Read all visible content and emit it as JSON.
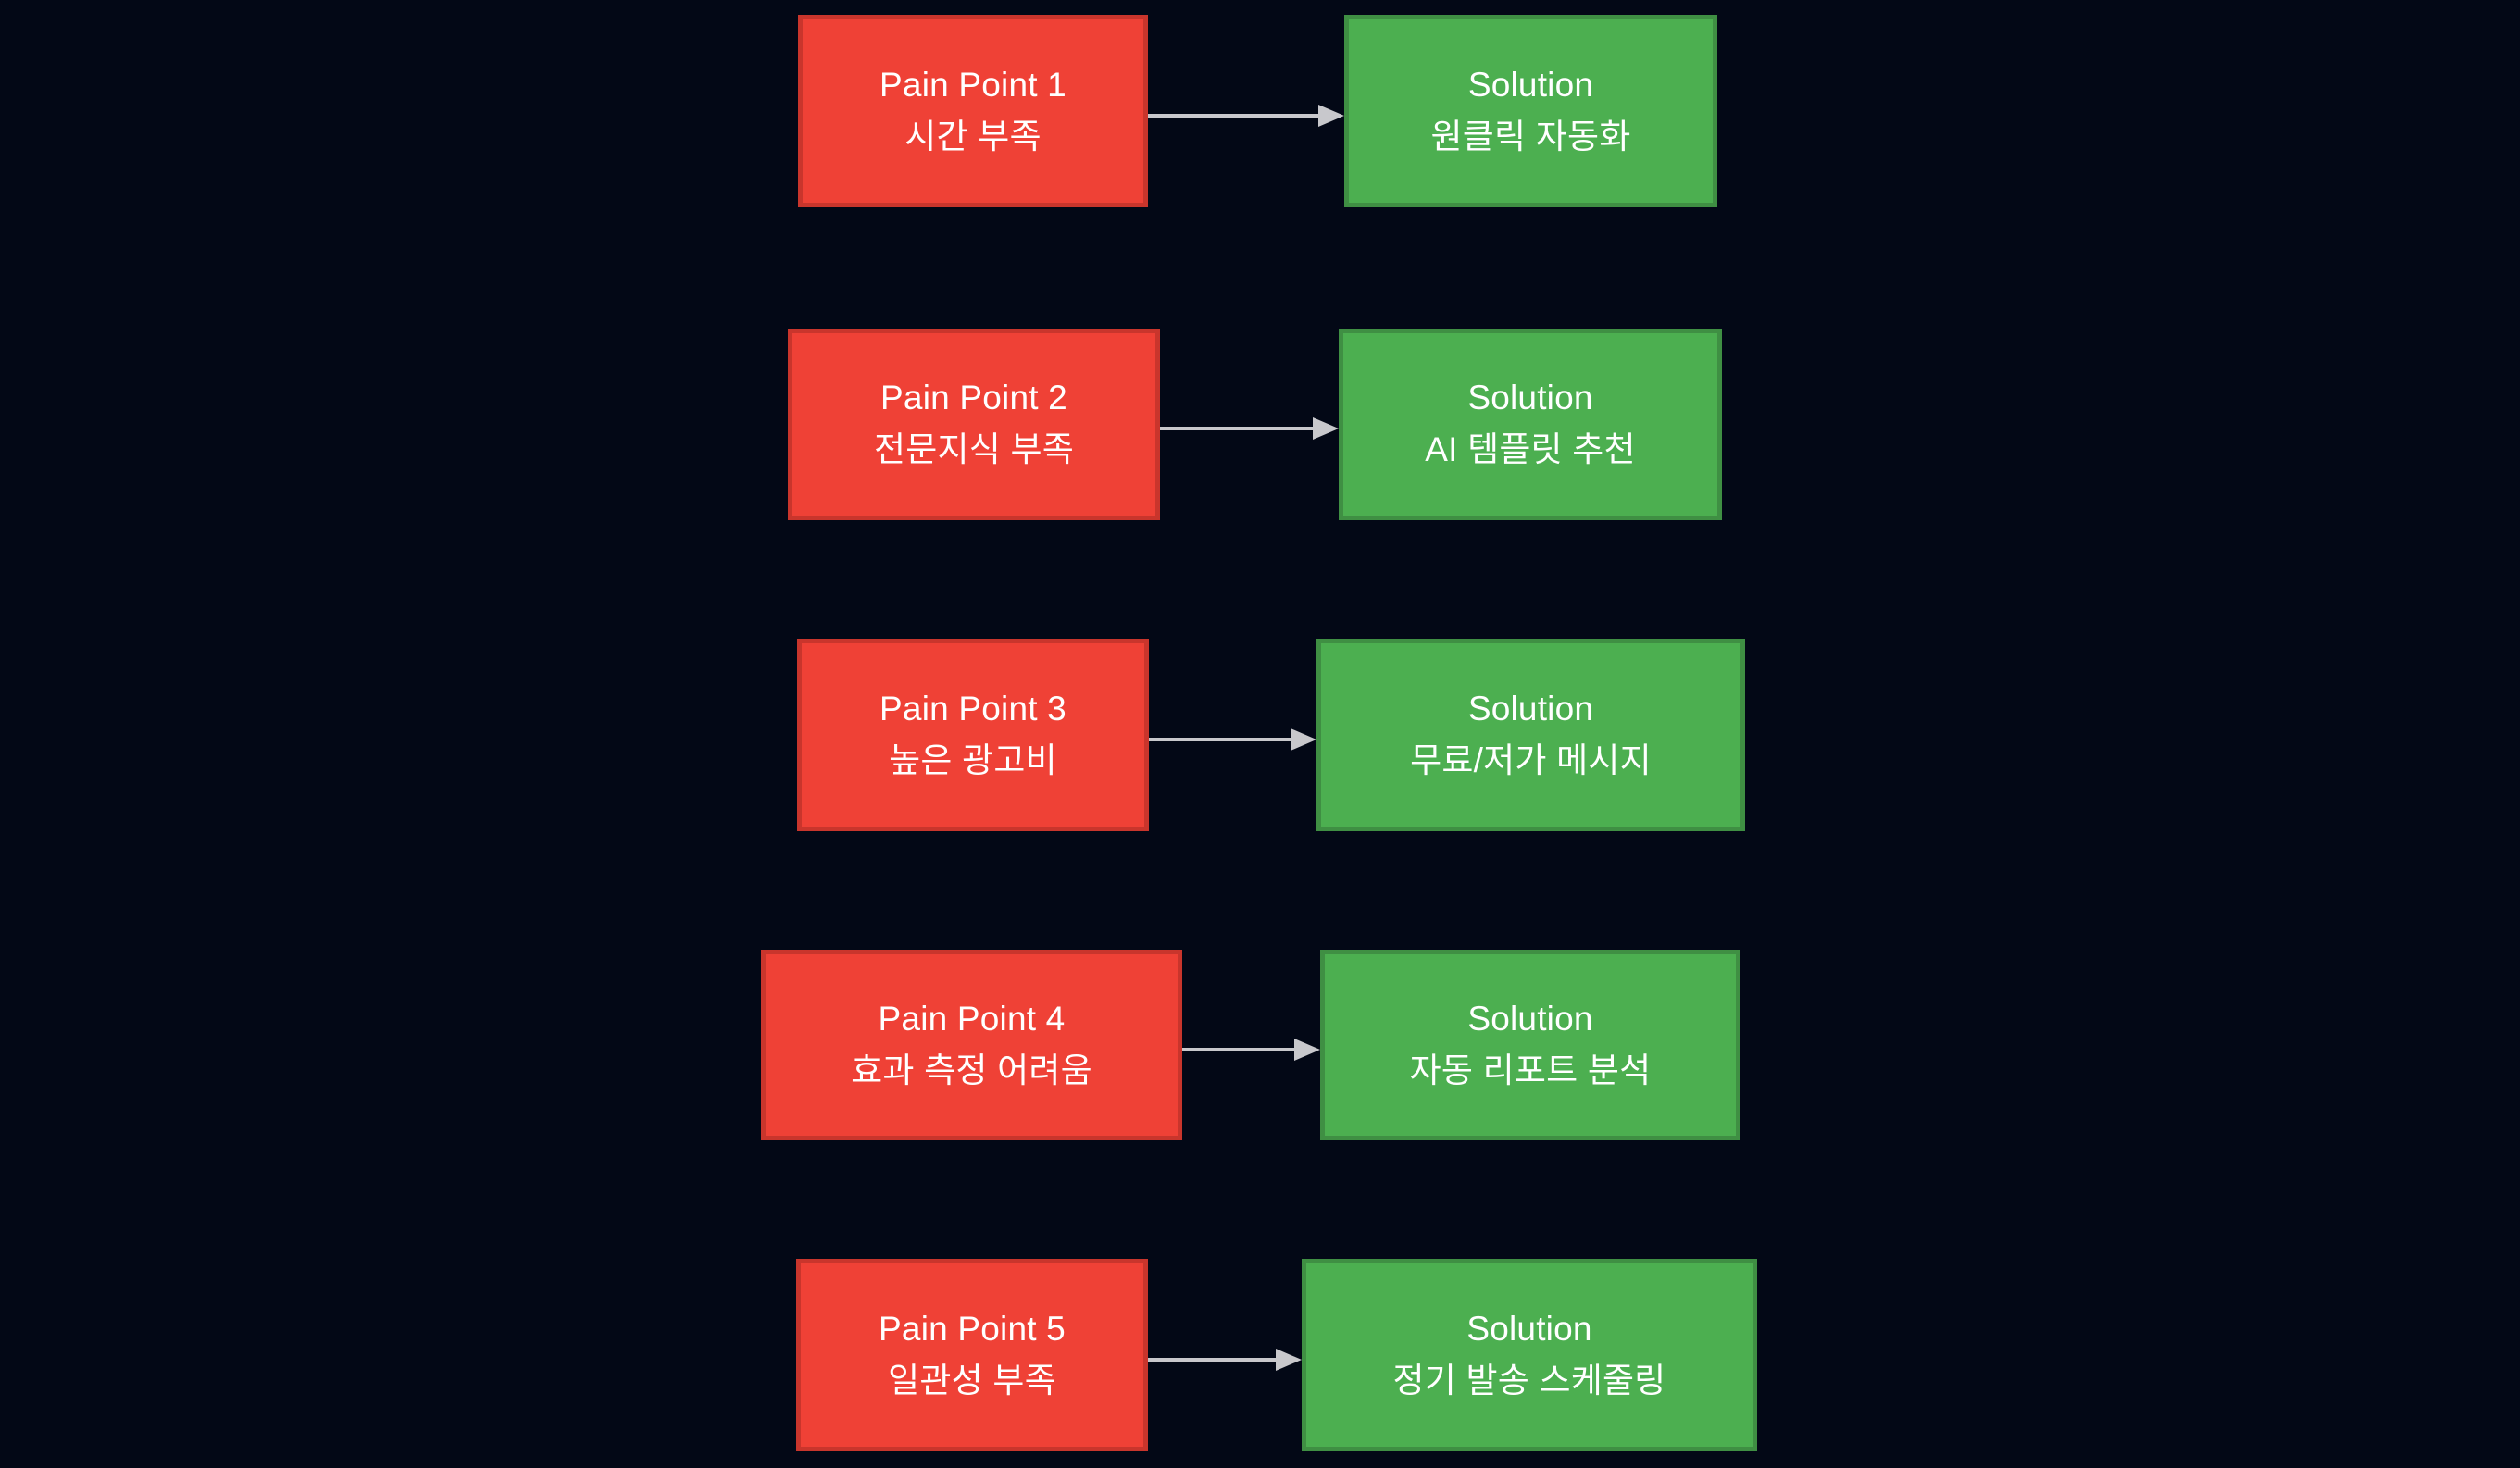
{
  "diagram": {
    "type": "flowchart",
    "orientation": "left-to-right",
    "background_color": "#030816",
    "pain_color": "#ef4136",
    "pain_border_color": "#c9352c",
    "solution_color": "#4caf50",
    "solution_border_color": "#3f8f43",
    "arrow_color": "#c8c8cc",
    "text_color": "#ffffff",
    "rows": [
      {
        "pain": {
          "title": "Pain Point 1",
          "detail": "시간 부족"
        },
        "solution": {
          "title": "Solution",
          "detail": "원클릭 자동화"
        },
        "arrow_label": ""
      },
      {
        "pain": {
          "title": "Pain Point 2",
          "detail": "전문지식 부족"
        },
        "solution": {
          "title": "Solution",
          "detail": "AI 템플릿 추천"
        },
        "arrow_label": ""
      },
      {
        "pain": {
          "title": "Pain Point 3",
          "detail": "높은 광고비"
        },
        "solution": {
          "title": "Solution",
          "detail": "무료/저가 메시지"
        },
        "arrow_label": ""
      },
      {
        "pain": {
          "title": "Pain Point 4",
          "detail": "효과 측정 어려움"
        },
        "solution": {
          "title": "Solution",
          "detail": "자동 리포트 분석"
        },
        "arrow_label": ""
      },
      {
        "pain": {
          "title": "Pain Point 5",
          "detail": "일관성 부족"
        },
        "solution": {
          "title": "Solution",
          "detail": "정기 발송 스케줄링"
        },
        "arrow_label": ""
      }
    ]
  }
}
